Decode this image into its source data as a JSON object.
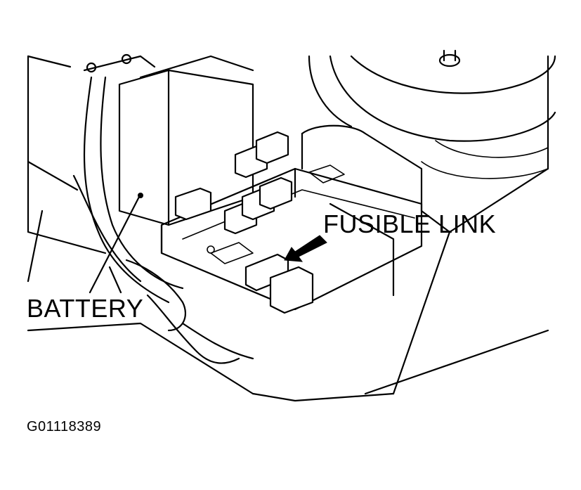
{
  "labels": {
    "fusible_link": "FUSIBLE LINK",
    "battery": "BATTERY",
    "figure_id": "G01118389"
  },
  "colors": {
    "line": "#000000",
    "background": "#ffffff"
  }
}
